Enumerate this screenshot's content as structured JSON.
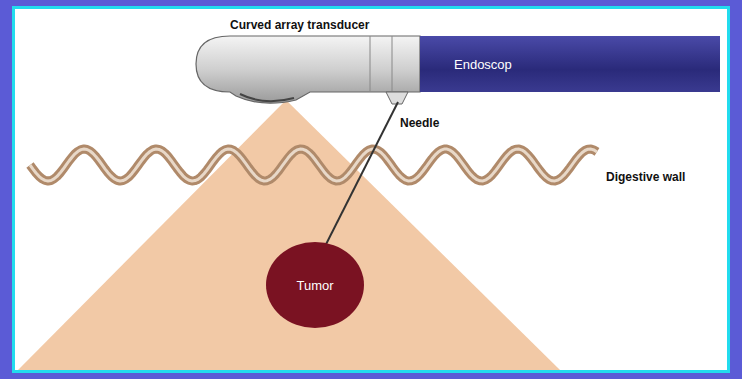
{
  "diagram": {
    "nodes": [
      {
        "text": [
          "Endoscop"
        ]
      },
      {
        "text": [
          "Tumor"
        ]
      }
    ],
    "labels": [
      "Curved array transducer",
      "Needle",
      "Digestive wall"
    ]
  }
}
